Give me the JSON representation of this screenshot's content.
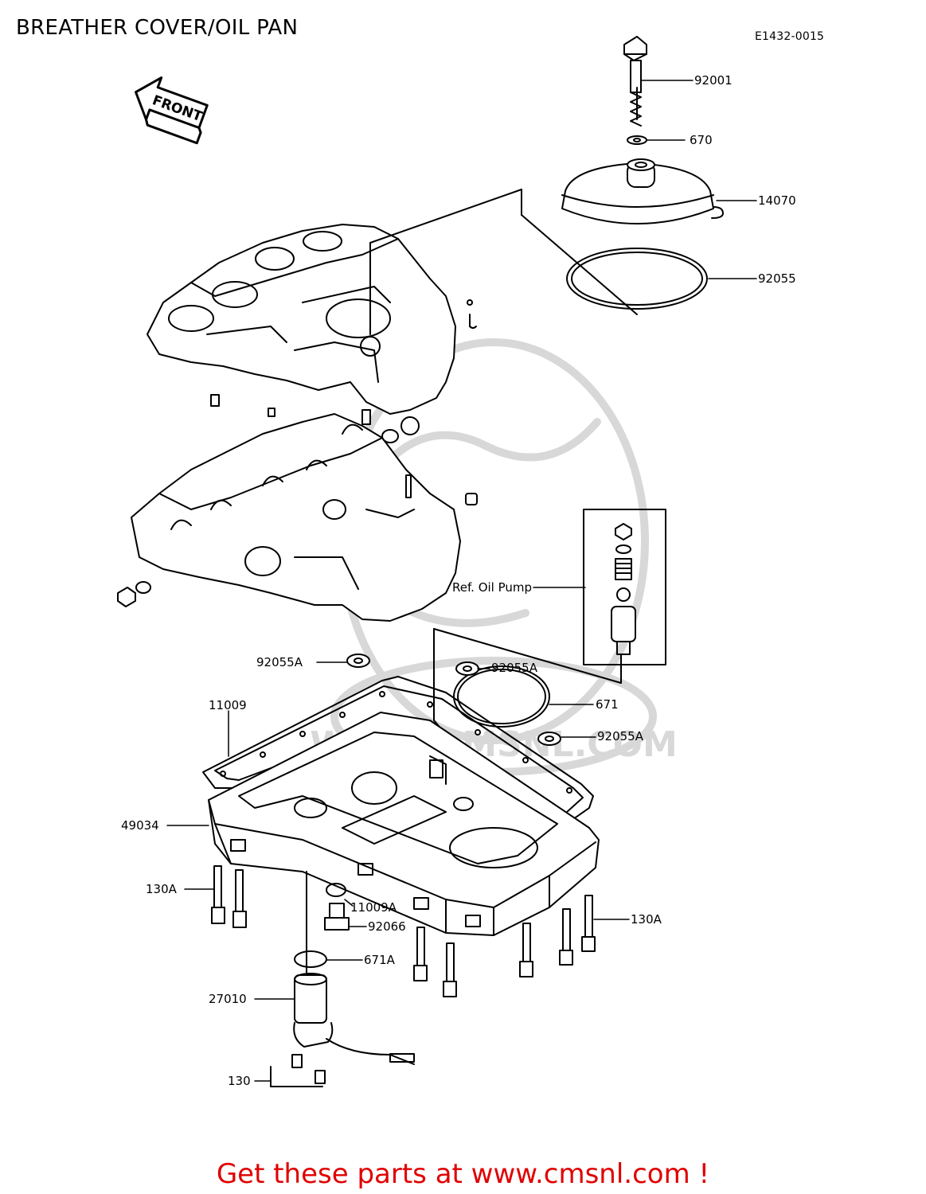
{
  "header": {
    "title": "BREATHER COVER/OIL PAN",
    "diagram_code": "E1432-0015"
  },
  "front_arrow": {
    "label": "FRONT"
  },
  "watermark": {
    "text": "WWW.CMSNL.COM"
  },
  "callouts": {
    "p92001": "92001",
    "p670": "670",
    "p14070": "14070",
    "p92055": "92055",
    "ref_oil_pump": "Ref.  Oil Pump",
    "p92055A_left": "92055A",
    "p92055A_mid": "92055A",
    "p671": "671",
    "p92055A_right": "92055A",
    "p11009": "11009",
    "p49034": "49034",
    "p130A_left": "130A",
    "p11009A": "11009A",
    "p92066": "92066",
    "p130A_right": "130A",
    "p671A": "671A",
    "p27010": "27010",
    "p130": "130"
  },
  "footer": {
    "text": "Get these parts at www.cmsnl.com !"
  },
  "colors": {
    "ink": "#000000",
    "footer": "#e00000",
    "watermark": "#d8d8d8"
  }
}
